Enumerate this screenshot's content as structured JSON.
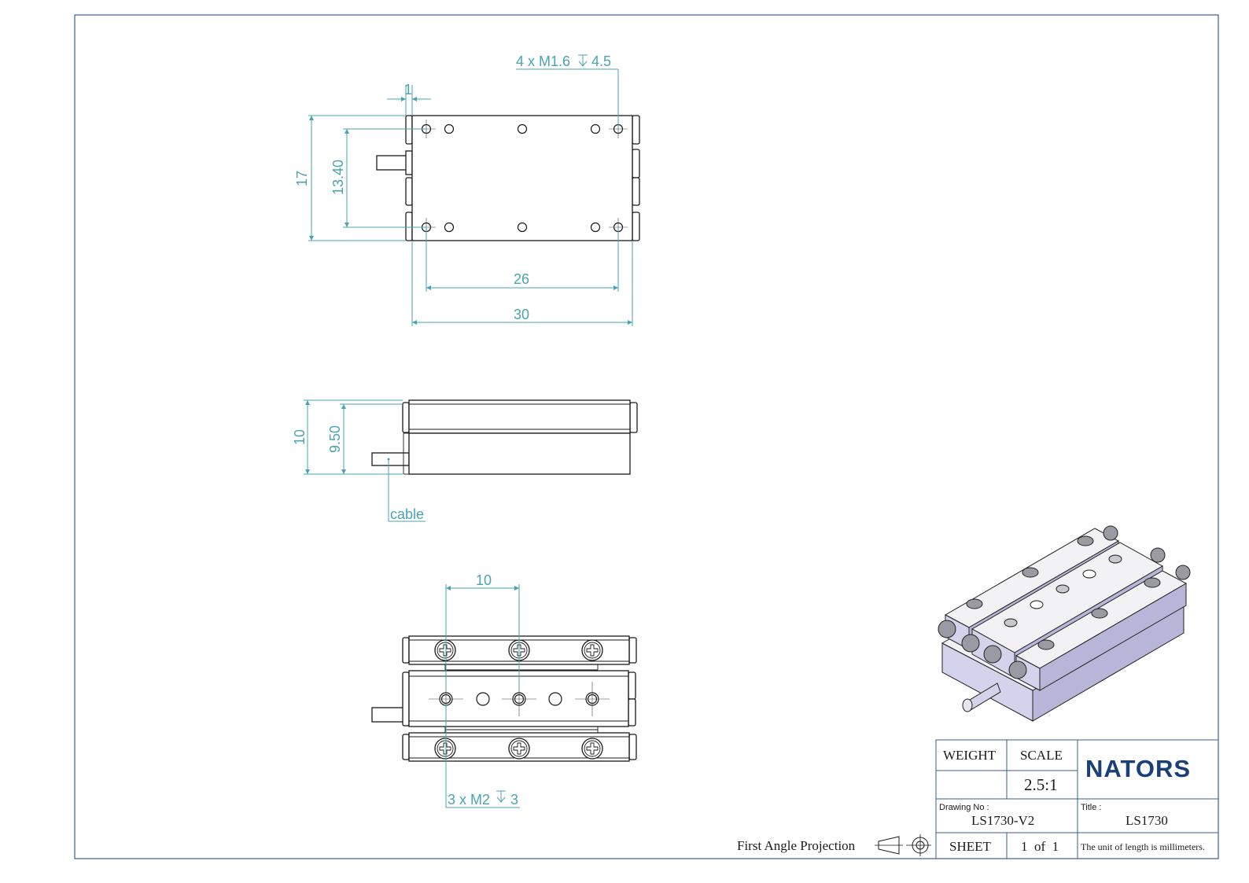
{
  "drawing": {
    "top_view": {
      "thread_callout": "4 x M1.6",
      "thread_depth": "4.5",
      "offset_dim": "1",
      "height_outer": "17",
      "height_inner": "13.40",
      "width_inner": "26",
      "width_outer": "30"
    },
    "side_view": {
      "height_outer": "10",
      "height_inner": "9.50",
      "cable_label": "cable"
    },
    "bottom_view": {
      "pitch_dim": "10",
      "thread_callout": "3 x M2",
      "thread_depth": "3"
    }
  },
  "title_block": {
    "weight_label": "WEIGHT",
    "weight_value": "",
    "scale_label": "SCALE",
    "scale_value": "2.5:1",
    "company": "NATORS",
    "drawing_no_label": "Drawing No :",
    "drawing_no_value": "LS1730-V2",
    "title_label": "Title :",
    "title_value": "LS1730",
    "sheet_label": "SHEET",
    "sheet_value": "1  of  1",
    "units_note": "The unit of length is millimeters.",
    "projection": "First Angle Projection"
  }
}
